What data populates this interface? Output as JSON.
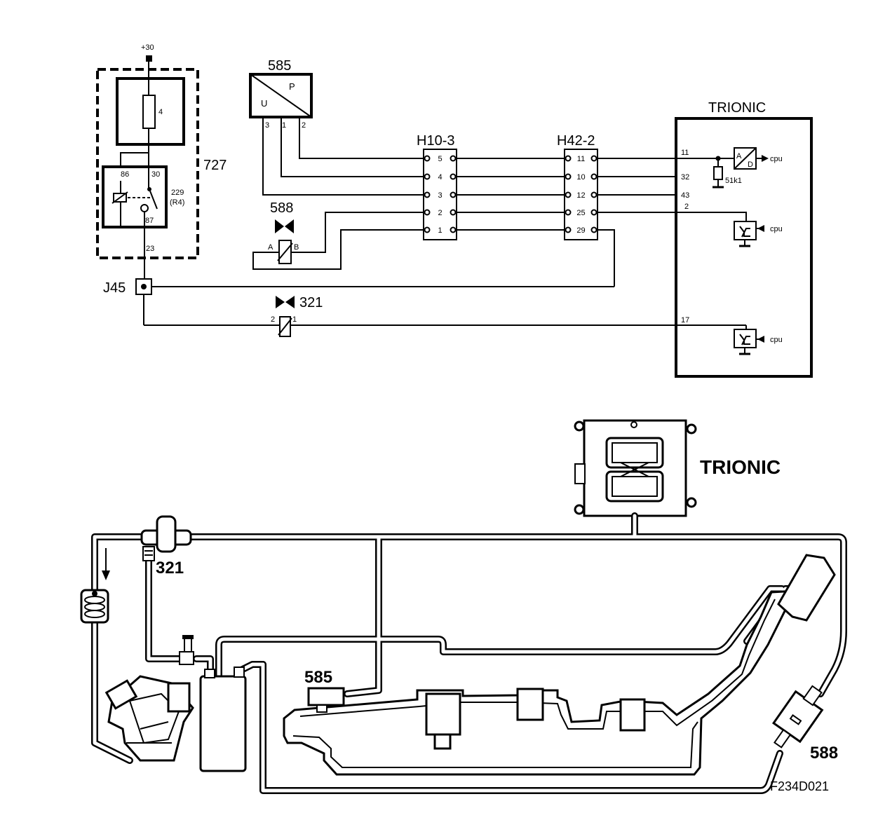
{
  "schematic": {
    "supply_label": "+30",
    "fuse_label": "4",
    "relay_box_label": "727",
    "relay_pins": {
      "p86": "86",
      "p30": "30",
      "p87": "87"
    },
    "relay_label_1": "229",
    "relay_label_2": "(R4)",
    "wire_23": "23",
    "splice_label": "J45",
    "sensor_585": {
      "label": "585",
      "U": "U",
      "P": "P",
      "pins": [
        "3",
        "1",
        "2"
      ]
    },
    "connector_h10": {
      "label": "H10-3",
      "pins": [
        "5",
        "4",
        "3",
        "2",
        "1"
      ]
    },
    "connector_h42": {
      "label": "H42-2",
      "pins": [
        "11",
        "10",
        "12",
        "25",
        "29"
      ]
    },
    "valve_588": {
      "label": "588",
      "A": "A",
      "B": "B"
    },
    "valve_321": {
      "label": "321",
      "pin2": "2",
      "pin1": "1"
    },
    "trionic": {
      "label": "TRIONIC",
      "pins": [
        "11",
        "32",
        "43",
        "2",
        "17"
      ],
      "ad_a": "A",
      "ad_d": "D",
      "resistor": "51k1",
      "cpu": "cpu"
    }
  },
  "layout_diagram": {
    "trionic_label": "TRIONIC",
    "label_321": "321",
    "label_585": "585",
    "label_588": "588",
    "figure_code": "F234D021"
  }
}
